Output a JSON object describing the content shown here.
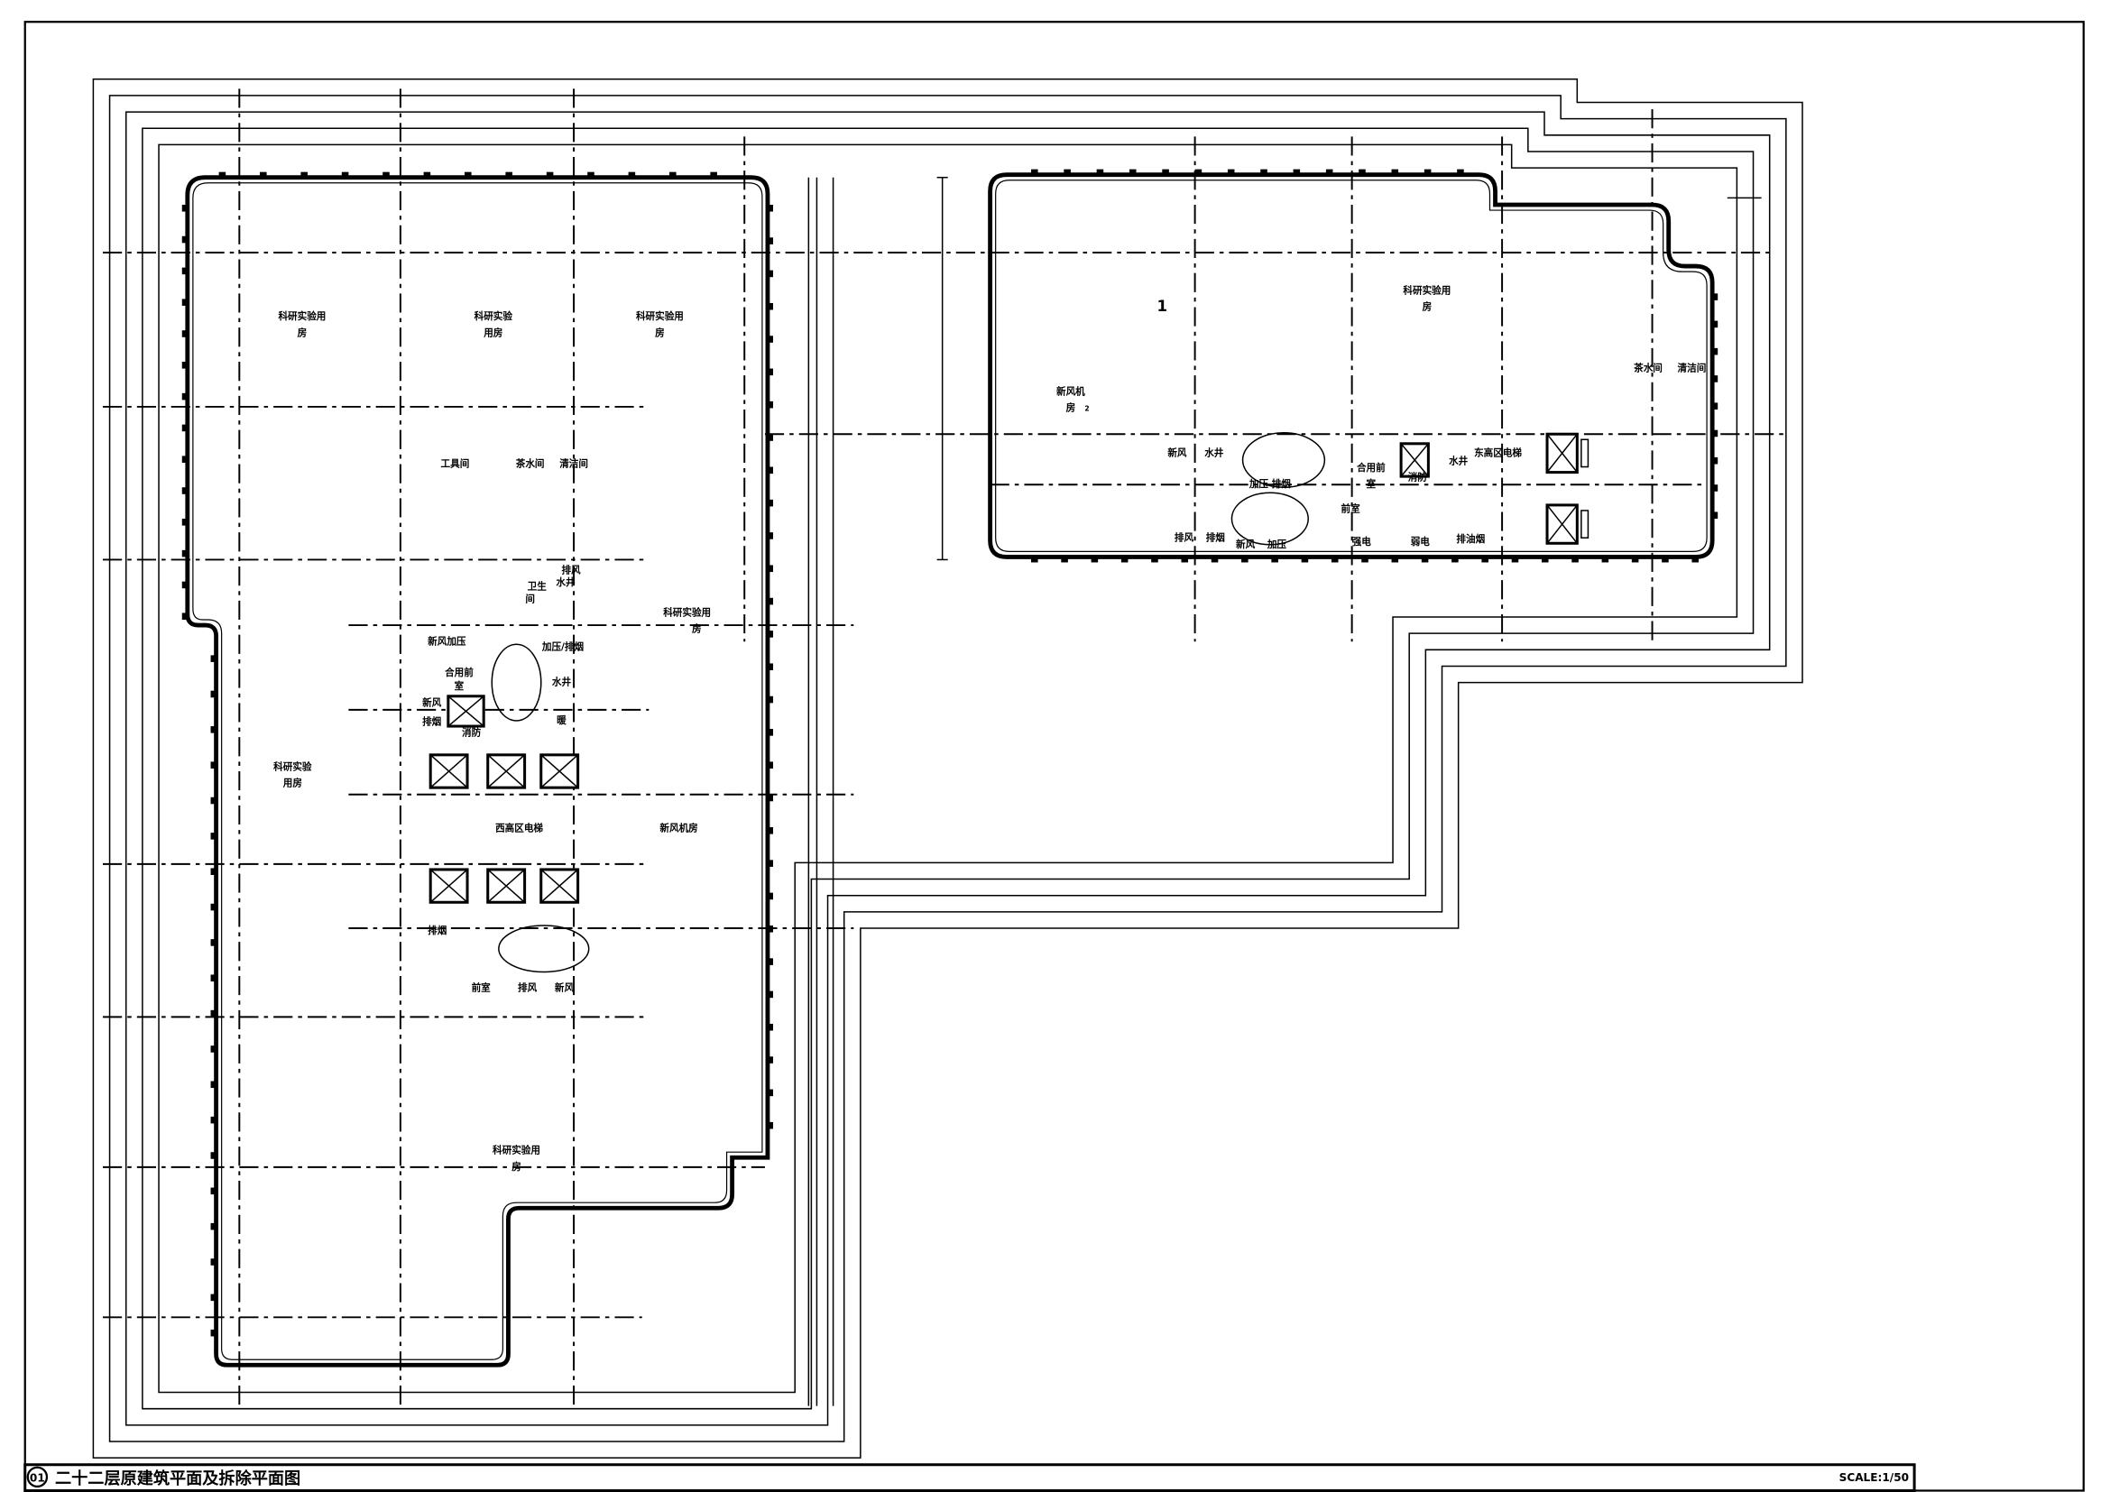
{
  "drawing": {
    "title": "二十二层原建筑平面及拆除平面图",
    "number": "01",
    "scale": "SCALE:1/50"
  },
  "labels": {
    "l_lab1a": "科研实验用",
    "l_lab1b": "房",
    "l_lab2a": "科研实验",
    "l_lab2b": "用房",
    "l_lab3a": "科研实验用",
    "l_lab3b": "房",
    "l_tool": "工具间",
    "l_tea": "茶水间",
    "l_clean": "清洁间",
    "l_exh_well": "排风",
    "l_well1": "水井",
    "l_wc_a": "卫生",
    "l_wc_b": "间",
    "l_lab4a": "科研实验用",
    "l_lab4b": "房",
    "l_fresh_press": "新风加压",
    "l_press_smoke": "加压/排烟",
    "l_shared_a": "合用前",
    "l_shared_b": "室",
    "l_well2": "水井",
    "l_fresh1": "新风",
    "l_smoke1": "排烟",
    "l_warm": "暖",
    "l_fire": "消防",
    "l_lab5a": "科研实验",
    "l_lab5b": "用房",
    "l_west_elev": "西高区电梯",
    "l_fresh_room": "新风机房",
    "l_smoke2": "排烟",
    "l_front": "前室",
    "l_exh": "排风",
    "l_fresh2": "新风",
    "l_lab6a": "科研实验用",
    "l_lab6b": "房",
    "r_lab_a": "科研实验用",
    "r_lab_b": "房",
    "r_fresh_room_a": "新风机",
    "r_fresh_room_b": "房",
    "r_tea": "茶水间",
    "r_clean": "清洁间",
    "r_fresh": "新风",
    "r_well1": "水井",
    "r_press_smoke": "加压 排烟",
    "r_shared_a": "合用前",
    "r_shared_b": "室",
    "r_fire": "消防",
    "r_well2": "水井",
    "r_east_elev": "东高区电梯",
    "r_front": "前室",
    "r_exh": "排风",
    "r_smoke": "排烟",
    "r_fresh2": "新风",
    "r_press": "加压",
    "r_strong": "强电",
    "r_weak": "弱电",
    "r_kitchen": "排油烟",
    "mark1": "1",
    "mark2": "2"
  }
}
